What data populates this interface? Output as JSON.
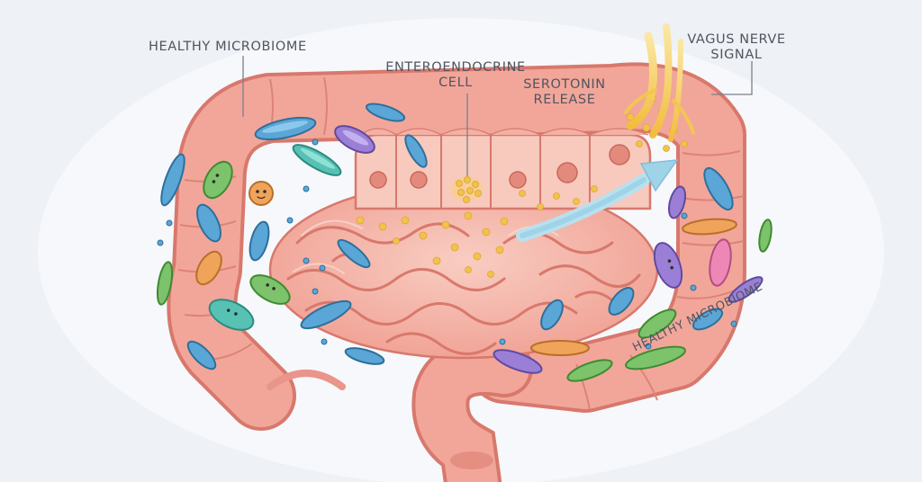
{
  "labels": {
    "healthy_microbiome_top": "HEALTHY MICROBIOME",
    "enteroendocrine_cell": "ENTEROENDOCRINE\nCELL",
    "serotonin_release": "SEROTONIN\nRELEASE",
    "vagus_nerve_signal": "VAGUS NERVE\nSIGNAL",
    "healthy_microbiome_bottom": "HEALTHY MICROBIOME"
  },
  "colors": {
    "background": "#eef1f5",
    "tissue": "#f2a69a",
    "tissue_light": "#f7c3b8",
    "tissue_edge": "#d8786c",
    "serotonin": "#f2c24a",
    "nerve": "#f4c550",
    "arrow": "#9fd3e8",
    "bacteria_blue": "#5aa6d6",
    "bacteria_green": "#7cc36b",
    "bacteria_purple": "#9b7fd6",
    "bacteria_orange": "#f0a45a",
    "bacteria_teal": "#57c1b4",
    "bacteria_pink": "#ee87b5",
    "leader_line": "#7a8089"
  }
}
